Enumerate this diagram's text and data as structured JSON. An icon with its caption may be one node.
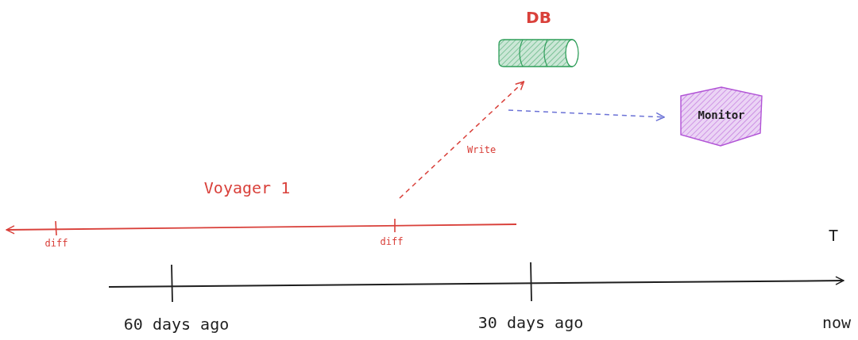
{
  "diagram": {
    "nodes": [
      {
        "text": [
          "DB"
        ]
      },
      {
        "text": [
          "Monitor"
        ]
      }
    ],
    "edges": [
      {
        "from": null,
        "to": 0,
        "arrow": "to",
        "label": "Write",
        "style": "dashed",
        "color": "#d9403a"
      },
      {
        "from": null,
        "to": 1,
        "arrow": "to",
        "style": "dashed",
        "color": "#6b72d6"
      }
    ],
    "labels": [
      "Voyager 1",
      "diff",
      "diff",
      "T",
      "60 days ago",
      "30 days ago",
      "now"
    ]
  }
}
